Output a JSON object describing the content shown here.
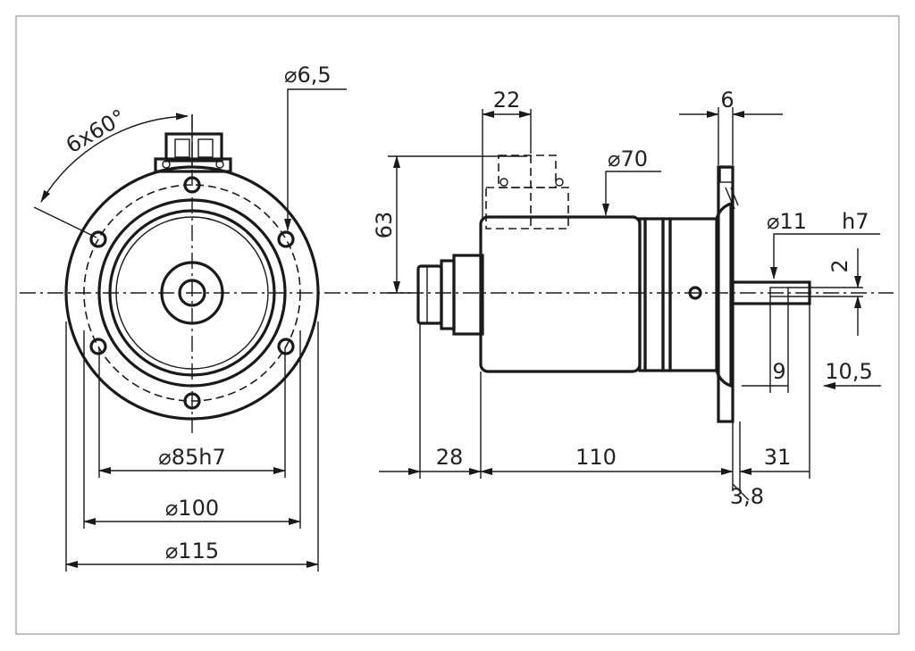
{
  "dimensions": {
    "angle_pattern": "6x60°",
    "hole_diameter": "⌀6,5",
    "pilot_diameter": "⌀85h7",
    "bolt_circle": "⌀100",
    "flange_diameter": "⌀115",
    "connector_width": "22",
    "body_diameter": "⌀70",
    "flange_thickness": "6",
    "connector_height": "63",
    "shaft_diameter": "⌀11",
    "shaft_tolerance": "h7",
    "key_height": "2",
    "key_length": "9",
    "shaft_offset": "10,5",
    "rear_connector": "28",
    "body_length": "110",
    "shaft_length": "31",
    "flange_gap": "3,8"
  }
}
